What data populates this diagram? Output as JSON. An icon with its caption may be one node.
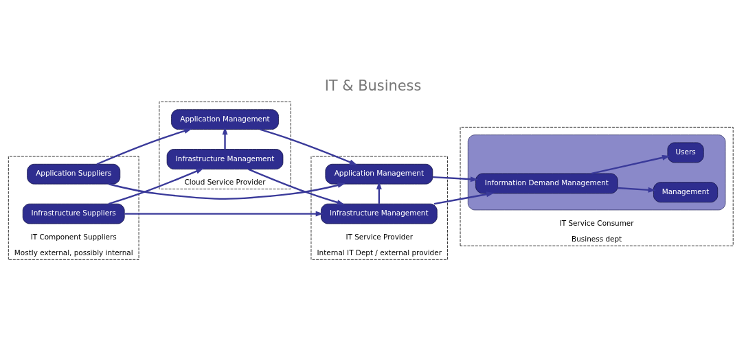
{
  "diagram": {
    "title": "IT & Business",
    "nodes": [
      {
        "text": [
          "IT Component Suppliers"
        ],
        "beside": [
          "Mostly external, possibly internal"
        ]
      },
      {
        "text": [
          "Application Suppliers"
        ],
        "in": 0
      },
      {
        "text": [
          "Infrastructure Suppliers"
        ],
        "in": 0
      },
      {
        "text": [
          "Cloud Service Provider"
        ]
      },
      {
        "text": [
          "Application Management"
        ],
        "in": 3
      },
      {
        "text": [
          "Infrastructure Management"
        ],
        "in": 3
      },
      {
        "text": [
          "IT Service Provider"
        ],
        "beside": [
          "Internal IT Dept / external provider"
        ]
      },
      {
        "text": [
          "Application Management"
        ],
        "in": 6
      },
      {
        "text": [
          "Infrastructure Management"
        ],
        "in": 6
      },
      {
        "text": [
          "IT Service Consumer"
        ],
        "beside": [
          "Business dept"
        ]
      },
      {
        "text": [],
        "shape": "box",
        "in": 9
      },
      {
        "text": [
          "Information Demand Management"
        ],
        "in": 10
      },
      {
        "text": [
          "Management"
        ],
        "in": 10
      },
      {
        "text": [
          "Users"
        ],
        "in": 10
      }
    ],
    "edges": [
      {
        "from": 1,
        "to": 7,
        "arrow": "to"
      },
      {
        "from": 1,
        "to": 4,
        "arrow": "to"
      },
      {
        "from": 2,
        "to": 8,
        "arrow": "to"
      },
      {
        "from": 2,
        "to": 5,
        "arrow": "to"
      },
      {
        "from": 4,
        "to": 7,
        "arrow": "to"
      },
      {
        "from": 5,
        "to": 8,
        "arrow": "to"
      },
      {
        "from": 5,
        "to": 4,
        "arrow": "to"
      },
      {
        "from": 8,
        "to": 7,
        "arrow": "to"
      },
      {
        "from": 7,
        "to": 11,
        "arrow": "to"
      },
      {
        "from": 8,
        "to": 11,
        "arrow": "to"
      },
      {
        "from": 11,
        "to": 12,
        "arrow": "to"
      },
      {
        "from": 11,
        "to": 13,
        "arrow": "to"
      }
    ]
  }
}
